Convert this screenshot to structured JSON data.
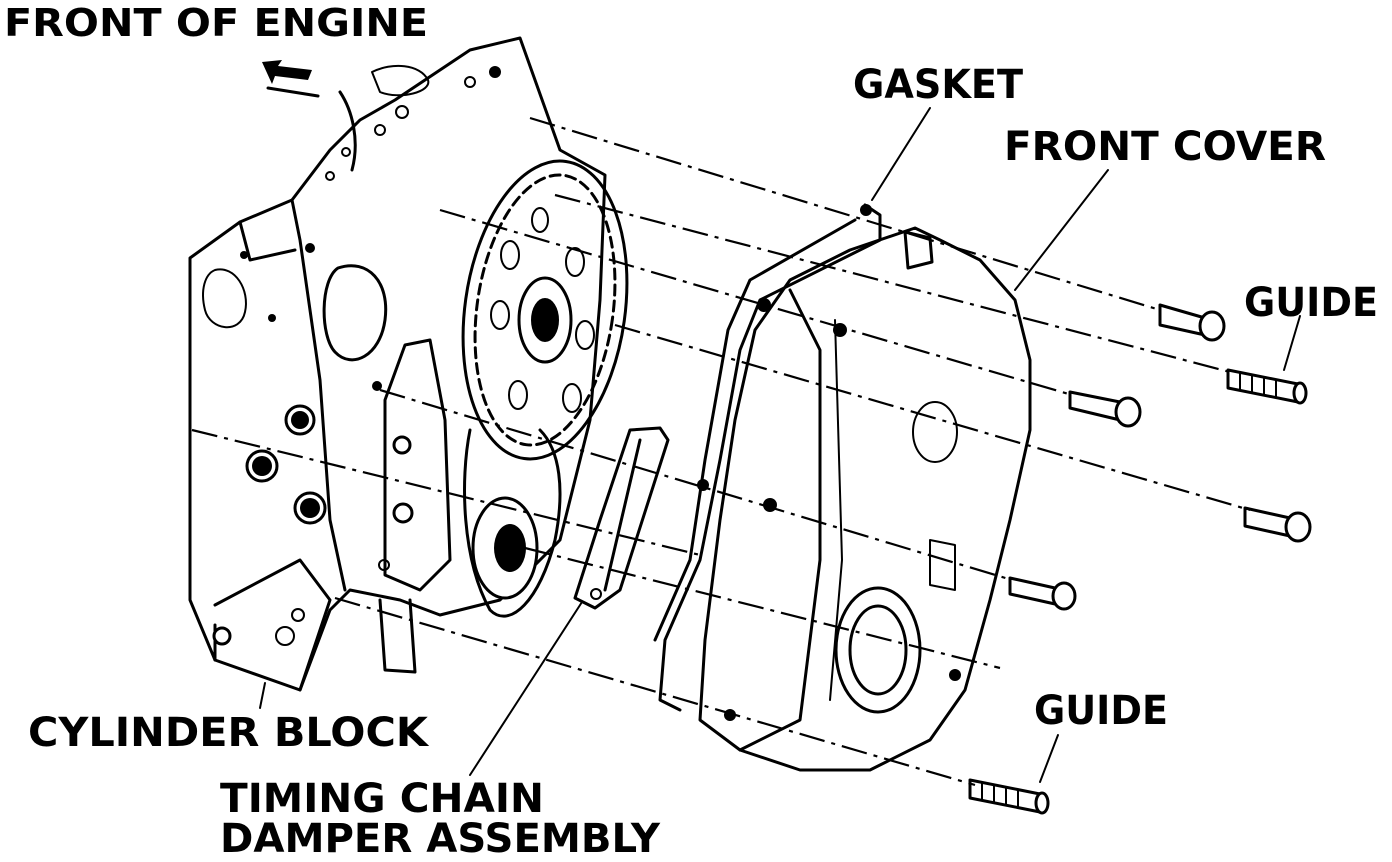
{
  "labels": {
    "front_of_engine": "FRONT OF ENGINE",
    "gasket": "GASKET",
    "front_cover": "FRONT COVER",
    "guide_top": "GUIDE",
    "guide_bottom": "GUIDE",
    "cylinder_block": "CYLINDER BLOCK",
    "damper_line1": "TIMING CHAIN",
    "damper_line2": "DAMPER ASSEMBLY"
  },
  "colors": {
    "ink": "#000000",
    "paper": "#ffffff"
  }
}
